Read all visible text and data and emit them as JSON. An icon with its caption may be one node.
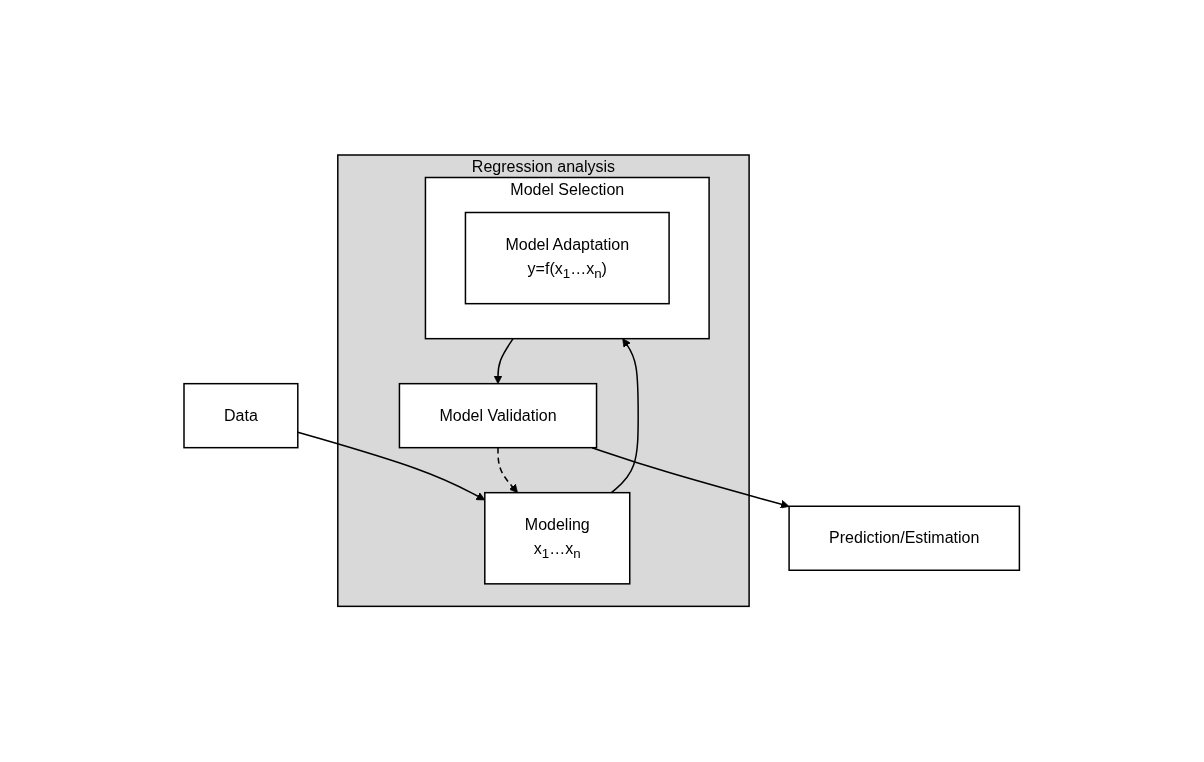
{
  "diagram": {
    "nodes": [
      {
        "text": [
          "Data"
        ]
      },
      {
        "text": [
          "Regression analysis"
        ]
      },
      {
        "text": [
          "Modeling",
          "x$_{1}$…x$_{n}$"
        ],
        "in": 1
      },
      {
        "text": [
          "Model Selection"
        ],
        "in": 1
      },
      {
        "text": [
          "Model Adaptation",
          "y=f(x$_{1}$…x$_{n}$)"
        ],
        "in": 3
      },
      {
        "text": [
          "Model Validation"
        ],
        "in": 1
      },
      {
        "text": [
          "Prediction/Estimation"
        ]
      }
    ],
    "edges": [
      {
        "from": 0,
        "to": 2,
        "arrow": "to"
      },
      {
        "from": 2,
        "to": 3,
        "arrow": "to"
      },
      {
        "from": 3,
        "to": 5,
        "arrow": "to"
      },
      {
        "from": 5,
        "to": 2,
        "arrow": "to",
        "style": "dashed"
      },
      {
        "from": 5,
        "to": 6,
        "arrow": "to"
      }
    ]
  }
}
